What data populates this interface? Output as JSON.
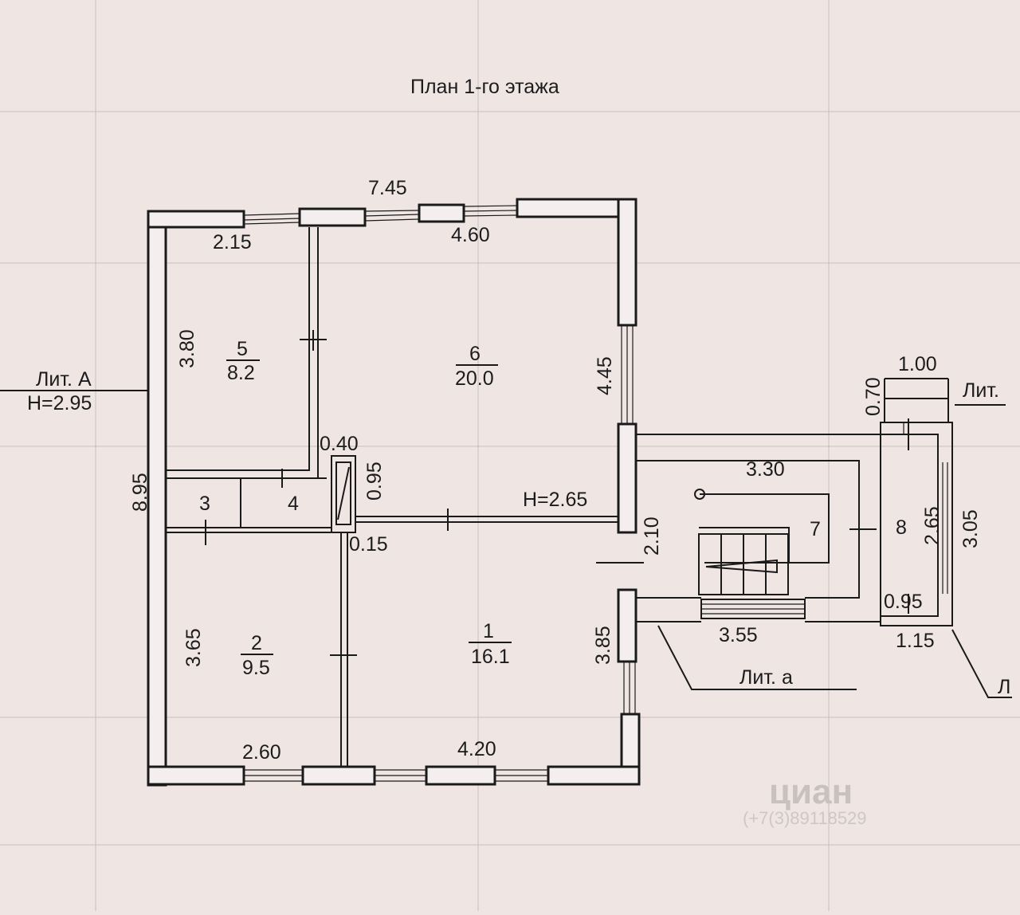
{
  "title": "План  1-го  этажа",
  "liter_A": {
    "label": "Лит. А",
    "height": "Н=2.95"
  },
  "liter_a": {
    "label": "Лит. а"
  },
  "liter_right": {
    "label": "Лит. ",
    "letter": "Л"
  },
  "heights": {
    "inner": "Н=2.65"
  },
  "dimensions": {
    "overall_width": "7.45",
    "overall_depth": "8.95",
    "room5_width": "2.15",
    "room5_depth": "3.80",
    "room6_width": "4.60",
    "room6_depth": "4.45",
    "chimney_width": "0.40",
    "chimney_depth": "0.95",
    "chimney_offset": "0.15",
    "room2_width": "2.60",
    "room2_depth": "3.65",
    "room1_width": "4.20",
    "room1_depth": "3.85",
    "door_span": "2.10",
    "veranda_width": "3.30",
    "veranda_inner": "3.55",
    "porch_width": "1.00",
    "porch_depth": "0.70",
    "room8_depth": "2.65",
    "room8_outer": "3.05",
    "room8_width": "0.95",
    "room8_outer_width": "1.15"
  },
  "rooms": [
    {
      "number": "5",
      "area": "8.2"
    },
    {
      "number": "6",
      "area": "20.0"
    },
    {
      "number": "2",
      "area": "9.5"
    },
    {
      "number": "1",
      "area": "16.1"
    },
    {
      "number": "3"
    },
    {
      "number": "4"
    },
    {
      "number": "7"
    },
    {
      "number": "8"
    }
  ],
  "watermark": {
    "brand": "циан",
    "phone": "(+7(3)89118529"
  }
}
